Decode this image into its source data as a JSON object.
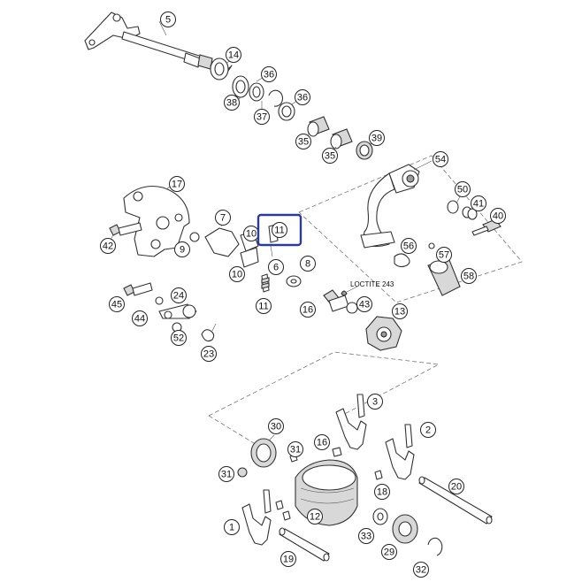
{
  "highlight_color": "#2b3a9e",
  "highlighted_callout": "11",
  "note": "LOCTITE 243",
  "callouts": [
    {
      "id": "5",
      "label": "5"
    },
    {
      "id": "14",
      "label": "14"
    },
    {
      "id": "36a",
      "label": "36"
    },
    {
      "id": "38",
      "label": "38"
    },
    {
      "id": "37",
      "label": "37"
    },
    {
      "id": "36b",
      "label": "36"
    },
    {
      "id": "35a",
      "label": "35"
    },
    {
      "id": "35b",
      "label": "35"
    },
    {
      "id": "39",
      "label": "39"
    },
    {
      "id": "54",
      "label": "54"
    },
    {
      "id": "50",
      "label": "50"
    },
    {
      "id": "41",
      "label": "41"
    },
    {
      "id": "40",
      "label": "40"
    },
    {
      "id": "56",
      "label": "56"
    },
    {
      "id": "57",
      "label": "57"
    },
    {
      "id": "58",
      "label": "58"
    },
    {
      "id": "17",
      "label": "17"
    },
    {
      "id": "7",
      "label": "7"
    },
    {
      "id": "11a",
      "label": "11"
    },
    {
      "id": "10a",
      "label": "10"
    },
    {
      "id": "9",
      "label": "9"
    },
    {
      "id": "42",
      "label": "42"
    },
    {
      "id": "6",
      "label": "6"
    },
    {
      "id": "8",
      "label": "8"
    },
    {
      "id": "10b",
      "label": "10"
    },
    {
      "id": "11b",
      "label": "11"
    },
    {
      "id": "16a",
      "label": "16"
    },
    {
      "id": "43",
      "label": "43"
    },
    {
      "id": "13",
      "label": "13"
    },
    {
      "id": "45",
      "label": "45"
    },
    {
      "id": "24",
      "label": "24"
    },
    {
      "id": "44",
      "label": "44"
    },
    {
      "id": "52",
      "label": "52"
    },
    {
      "id": "23",
      "label": "23"
    },
    {
      "id": "3",
      "label": "3"
    },
    {
      "id": "30",
      "label": "30"
    },
    {
      "id": "31",
      "label": "31"
    },
    {
      "id": "16b",
      "label": "16"
    },
    {
      "id": "2",
      "label": "2"
    },
    {
      "id": "31b",
      "label": "31"
    },
    {
      "id": "18",
      "label": "18"
    },
    {
      "id": "20",
      "label": "20"
    },
    {
      "id": "12",
      "label": "12"
    },
    {
      "id": "1",
      "label": "1"
    },
    {
      "id": "33",
      "label": "33"
    },
    {
      "id": "29",
      "label": "29"
    },
    {
      "id": "19",
      "label": "19"
    },
    {
      "id": "32",
      "label": "32"
    }
  ]
}
